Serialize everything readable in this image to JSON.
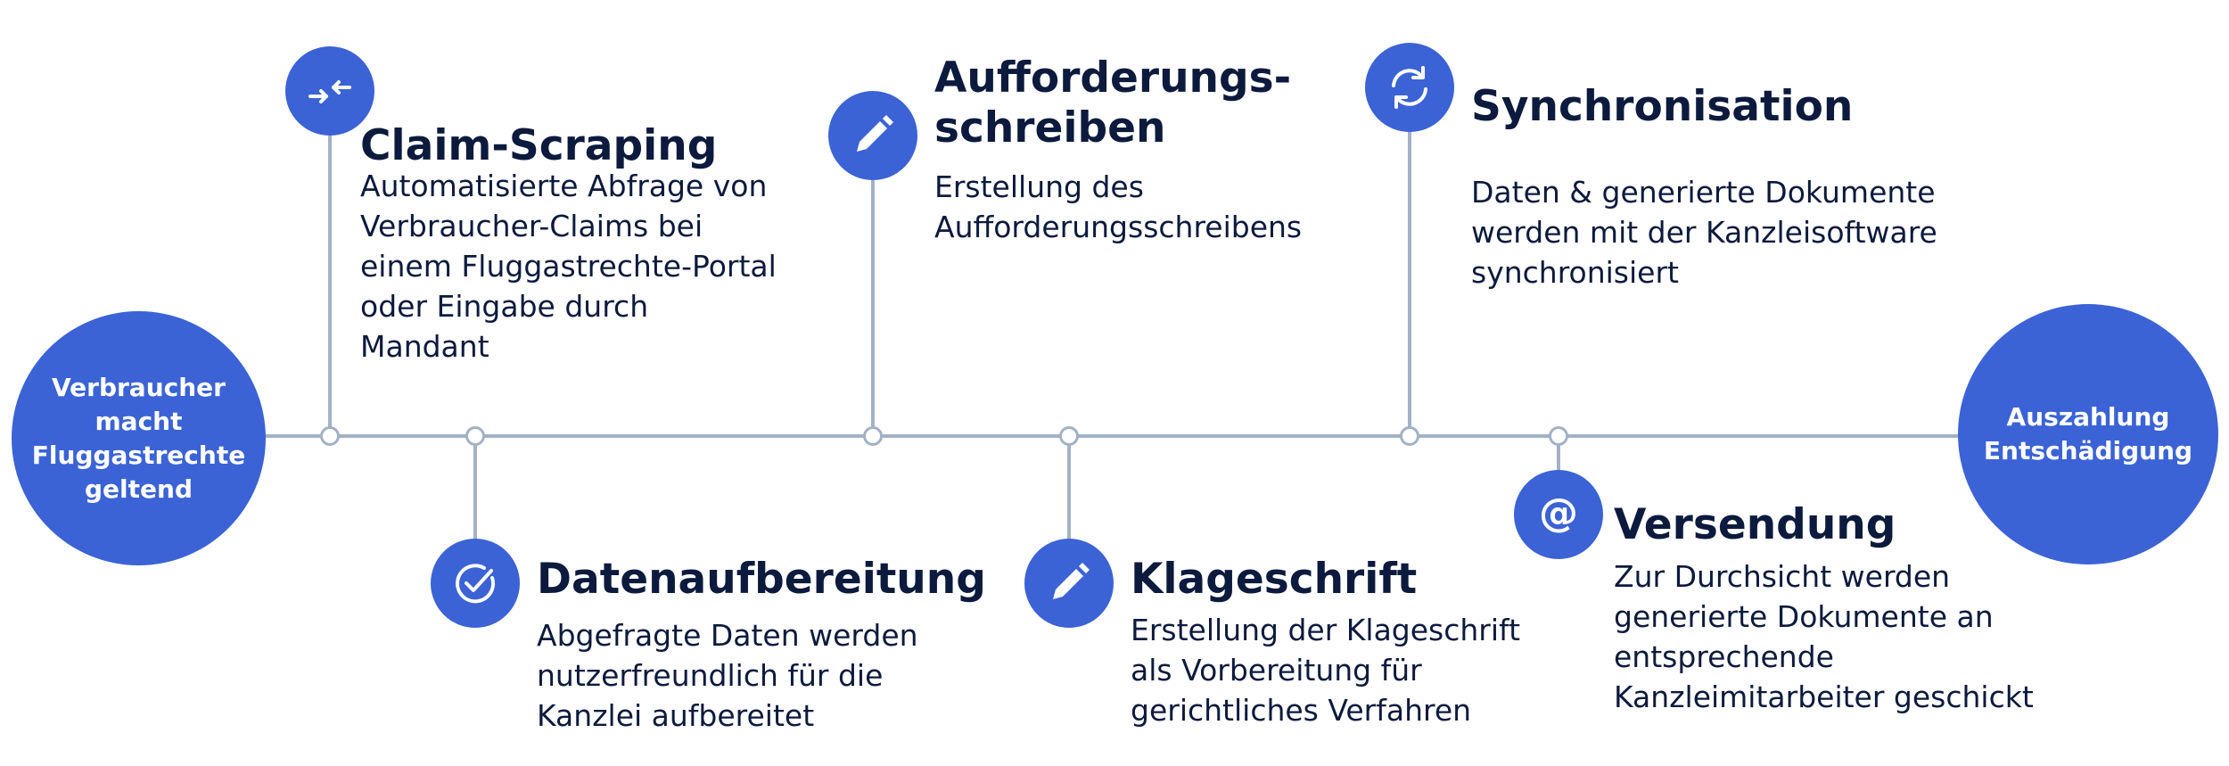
{
  "start_node": {
    "lines": [
      "Verbraucher",
      "macht",
      "Fluggastrechte",
      "geltend"
    ]
  },
  "end_node": {
    "lines": [
      "Auszahlung",
      "Entschädigung"
    ]
  },
  "steps": [
    {
      "title": [
        "Claim-Scraping"
      ],
      "icon": "arrows-inward-icon",
      "desc": [
        "Automatisierte Abfrage von",
        "Verbraucher-Claims bei",
        "einem Fluggastrechte-Portal",
        "oder Eingabe durch",
        "Mandant"
      ]
    },
    {
      "title": [
        "Datenaufbereitung"
      ],
      "icon": "check-circle-icon",
      "desc": [
        "Abgefragte Daten werden",
        "nutzerfreundlich für die",
        "Kanzlei aufbereitet"
      ]
    },
    {
      "title": [
        "Aufforderungs-",
        "schreiben"
      ],
      "icon": "pencil-icon",
      "desc": [
        "Erstellung des",
        "Aufforderungsschreibens"
      ]
    },
    {
      "title": [
        "Klageschrift"
      ],
      "icon": "pencil-icon",
      "desc": [
        "Erstellung der Klageschrift",
        "als Vorbereitung für",
        "gerichtliches Verfahren"
      ]
    },
    {
      "title": [
        "Synchronisation"
      ],
      "icon": "sync-icon",
      "desc": [
        "Daten & generierte Dokumente",
        "werden mit der Kanzleisoftware",
        "synchronisiert"
      ]
    },
    {
      "title": [
        "Versendung"
      ],
      "icon": "at-sign-icon",
      "desc": [
        "Zur Durchsicht werden",
        "generierte Dokumente an",
        "entsprechende",
        "Kanzleimitarbeiter geschickt"
      ]
    }
  ],
  "colors": {
    "accent": "#3b63d6",
    "line": "#a3b1c6",
    "text": "#0c1a3d"
  }
}
